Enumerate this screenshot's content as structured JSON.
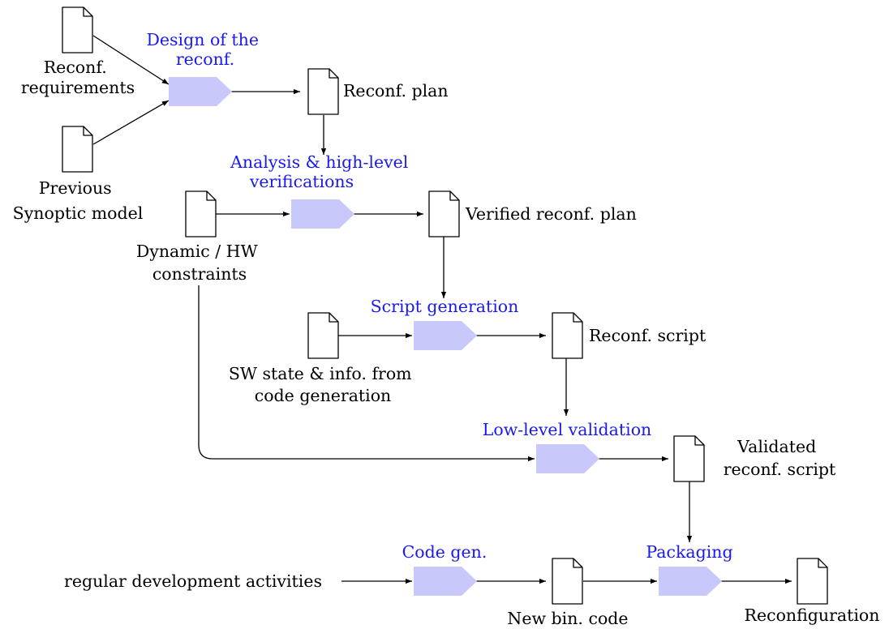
{
  "colors": {
    "process_fill": "#c8c8fa",
    "process_label": "#1a1aee",
    "document_stroke": "#000000"
  },
  "processes": {
    "design": {
      "label_lines": [
        "Design of the",
        "reconf."
      ]
    },
    "analysis": {
      "label_lines": [
        "Analysis & high-level",
        "verifications"
      ]
    },
    "script_gen": {
      "label_lines": [
        "Script generation"
      ]
    },
    "low_level": {
      "label_lines": [
        "Low-level validation"
      ]
    },
    "code_gen": {
      "label_lines": [
        "Code gen."
      ]
    },
    "packaging": {
      "label_lines": [
        "Packaging"
      ]
    }
  },
  "documents": {
    "reconf_requirements": {
      "label_lines": [
        "Reconf.",
        "requirements"
      ]
    },
    "previous_model": {
      "label_lines": [
        "Previous",
        "Synoptic model"
      ]
    },
    "reconf_plan": {
      "label_lines": [
        "Reconf. plan"
      ]
    },
    "hw_constraints": {
      "label_lines": [
        "Dynamic / HW",
        "constraints"
      ]
    },
    "verified_plan": {
      "label_lines": [
        "Verified reconf. plan"
      ]
    },
    "sw_state": {
      "label_lines": [
        "SW state & info. from",
        "code generation"
      ]
    },
    "reconf_script": {
      "label_lines": [
        "Reconf. script"
      ]
    },
    "validated_script": {
      "label_lines": [
        "Validated",
        "reconf. script"
      ]
    },
    "new_bin_code": {
      "label_lines": [
        "New bin. code"
      ]
    },
    "reconfiguration": {
      "label_lines": [
        "Reconfiguration"
      ]
    }
  },
  "inputs": {
    "regular_dev": {
      "label": "regular development activities"
    }
  }
}
